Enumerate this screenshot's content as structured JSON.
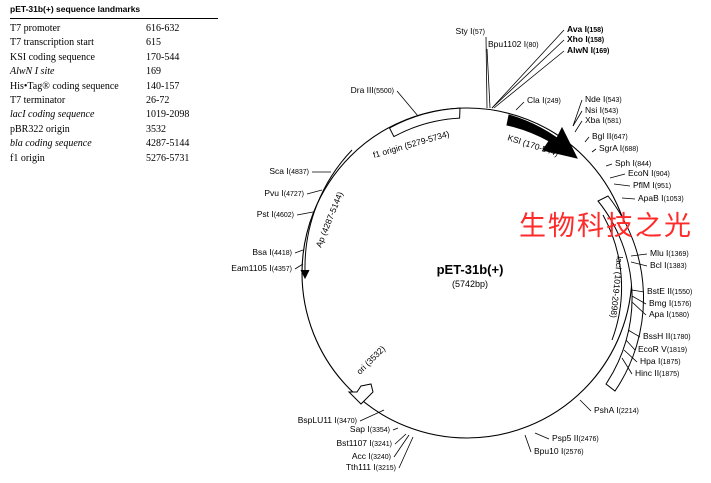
{
  "table": {
    "title": "pET-31b(+) sequence landmarks",
    "rows": [
      {
        "feature": "T7 promoter",
        "range": "616-632"
      },
      {
        "feature": "T7 transcription start",
        "range": "615"
      },
      {
        "feature": "KSI coding sequence",
        "range": "170-544"
      },
      {
        "feature": "AlwN I site",
        "range": "169"
      },
      {
        "feature": "His•Tag® coding sequence",
        "range": "140-157"
      },
      {
        "feature": "T7 terminator",
        "range": "26-72"
      },
      {
        "feature": "lacI coding sequence",
        "range": "1019-2098"
      },
      {
        "feature": "pBR322 origin",
        "range": "3532"
      },
      {
        "feature": "bla coding sequence",
        "range": "4287-5144"
      },
      {
        "feature": "f1 origin",
        "range": "5276-5731"
      }
    ]
  },
  "plasmid": {
    "name": "pET-31b(+)",
    "size_label": "(5742bp)",
    "features": [
      {
        "label": "KSI (170-544)"
      },
      {
        "label": "f1 origin (5279-5734)"
      },
      {
        "label": "Ap (4287-5144)"
      },
      {
        "label": "lacI (1019-2098)"
      },
      {
        "label": "ori (3532)"
      }
    ],
    "sites": [
      {
        "name": "Sty I",
        "pos": "(57)"
      },
      {
        "name": "Bpu1102 I",
        "pos": "(80)"
      },
      {
        "name": "Ava I",
        "pos": "(158)"
      },
      {
        "name": "Xho I",
        "pos": "(158)"
      },
      {
        "name": "AlwN I",
        "pos": "(169)"
      },
      {
        "name": "Cla I",
        "pos": "(249)"
      },
      {
        "name": "Nde I",
        "pos": "(543)"
      },
      {
        "name": "Nsi I",
        "pos": "(543)"
      },
      {
        "name": "Xba I",
        "pos": "(581)"
      },
      {
        "name": "Bgl II",
        "pos": "(647)"
      },
      {
        "name": "SgrA I",
        "pos": "(688)"
      },
      {
        "name": "Sph I",
        "pos": "(844)"
      },
      {
        "name": "EcoN I",
        "pos": "(904)"
      },
      {
        "name": "PflM I",
        "pos": "(951)"
      },
      {
        "name": "ApaB I",
        "pos": "(1053)"
      },
      {
        "name": "Mlu I",
        "pos": "(1369)"
      },
      {
        "name": "Bcl I",
        "pos": "(1383)"
      },
      {
        "name": "BstE II",
        "pos": "(1550)"
      },
      {
        "name": "Bmg I",
        "pos": "(1576)"
      },
      {
        "name": "Apa I",
        "pos": "(1580)"
      },
      {
        "name": "BssH II",
        "pos": "(1780)"
      },
      {
        "name": "EcoR V",
        "pos": "(1819)"
      },
      {
        "name": "Hpa I",
        "pos": "(1875)"
      },
      {
        "name": "Hinc II",
        "pos": "(1875)"
      },
      {
        "name": "PshA I",
        "pos": "(2214)"
      },
      {
        "name": "Psp5 II",
        "pos": "(2476)"
      },
      {
        "name": "Bpu10 I",
        "pos": "(2576)"
      },
      {
        "name": "Tth111 I",
        "pos": "(3215)"
      },
      {
        "name": "Acc I",
        "pos": "(3240)"
      },
      {
        "name": "Bst1107 I",
        "pos": "(3241)"
      },
      {
        "name": "Sap I",
        "pos": "(3354)"
      },
      {
        "name": "BspLU11 I",
        "pos": "(3470)"
      },
      {
        "name": "Eam1105 I",
        "pos": "(4357)"
      },
      {
        "name": "Bsa I",
        "pos": "(4418)"
      },
      {
        "name": "Pst I",
        "pos": "(4602)"
      },
      {
        "name": "Pvu I",
        "pos": "(4727)"
      },
      {
        "name": "Sca I",
        "pos": "(4837)"
      },
      {
        "name": "Dra III",
        "pos": "(5500)"
      }
    ]
  },
  "watermark": "生物科技之光",
  "colors": {
    "line": "#000000",
    "watermark": "#ff2a2a",
    "ksi_fill": "#000000"
  }
}
